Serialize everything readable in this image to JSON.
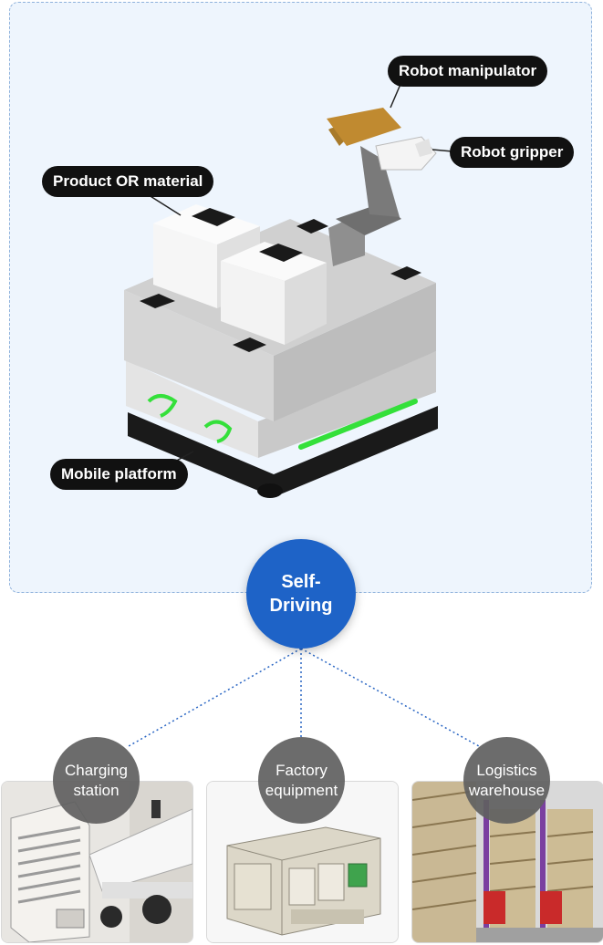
{
  "labels": {
    "robot_manipulator": "Robot manipulator",
    "robot_gripper": "Robot gripper",
    "product_material": "Product OR material",
    "mobile_platform": "Mobile platform"
  },
  "hub": {
    "line1": "Self-",
    "line2": "Driving"
  },
  "scenarios": [
    {
      "line1": "Charging",
      "line2": "station"
    },
    {
      "line1": "Factory",
      "line2": "equipment"
    },
    {
      "line1": "Logistics",
      "line2": "warehouse"
    }
  ],
  "colors": {
    "hub": "#1e63c7",
    "panel": "#eef5fd",
    "accent_green": "#34e03a",
    "label_bg": "#111111"
  }
}
